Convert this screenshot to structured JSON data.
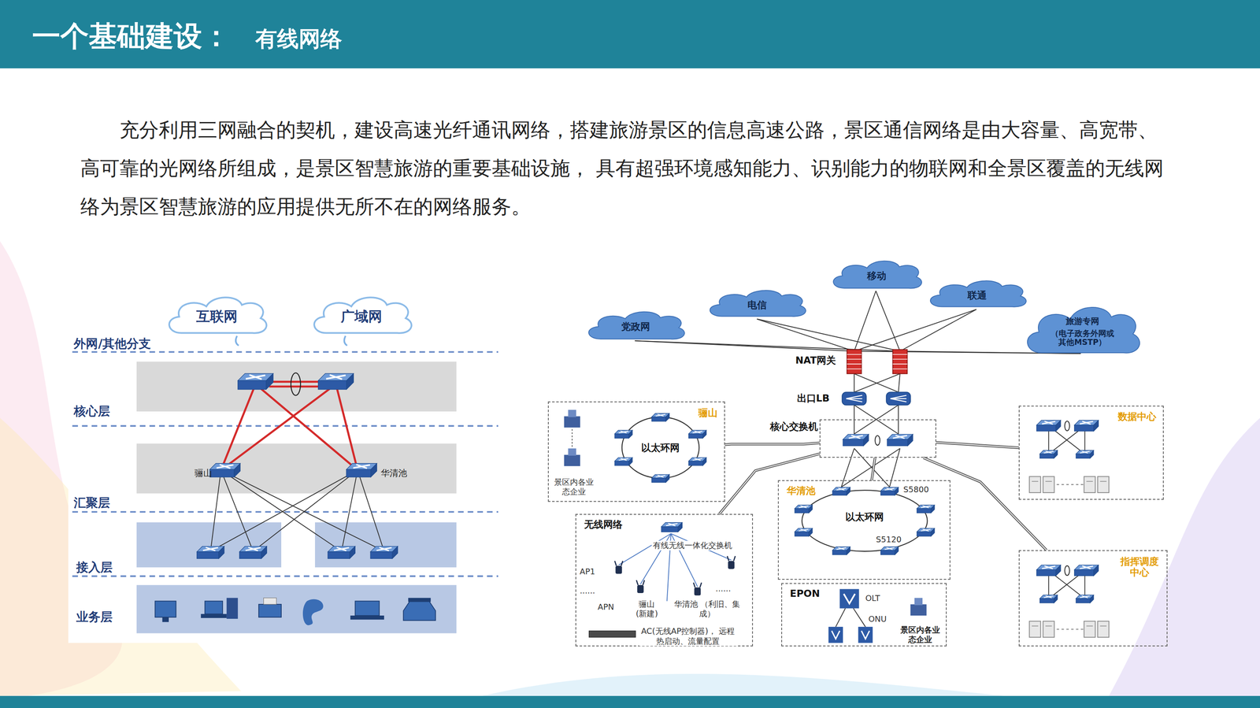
{
  "diagram": {
    "title": "一个基础建设：",
    "nodes": [
      {
        "text": [
          "互联网"
        ]
      },
      {
        "text": [
          "广域网"
        ]
      },
      {
        "text": [
          "党政网"
        ]
      },
      {
        "text": [
          "电信"
        ]
      },
      {
        "text": [
          "移动"
        ]
      },
      {
        "text": [
          "联通"
        ]
      },
      {
        "text": [
          "旅游专网",
          "（电子政务外网或其他MSTP）"
        ]
      },
      {
        "text": [
          "核心交换机"
        ]
      },
      {
        "text": [
          "骊山"
        ]
      },
      {
        "text": [
          "华清池"
        ]
      },
      {
        "text": [
          "无线网络"
        ]
      },
      {
        "text": [
          "EPON"
        ]
      },
      {
        "text": [
          "数据中心"
        ]
      },
      {
        "text": [
          "指挥调度中心"
        ]
      }
    ],
    "edges": [
      {
        "from": 7,
        "to": 8,
        "arrow": "none"
      },
      {
        "from": 7,
        "to": 9,
        "arrow": "none"
      },
      {
        "from": 7,
        "to": 10,
        "arrow": "none"
      },
      {
        "from": 7,
        "to": 12,
        "arrow": "none"
      },
      {
        "from": 7,
        "to": 13,
        "arrow": "none"
      }
    ],
    "labels": [
      "有线网络",
      "充分利用三网融合的契机，建设高速光纤通讯网络，搭建旅游景区的信息高速公路，景区通信网络是由大容量、高宽带、高可靠的光网络所组成，是景区智慧旅游的重要基础设施， 具有超强环境感知能力、识别能力的物联网和全景区覆盖的无线网络为景区智慧旅游的应用提供无所不在的网络服务。",
      "外网/其他分支",
      "核心层",
      "汇聚层",
      "接入层",
      "业务层",
      "骊山",
      "华清池",
      "NAT网关",
      "出口LB",
      "以太环网",
      "景区内各业态企业",
      "以太环网",
      "S5800",
      "S5120",
      "有线无线一体化交换机",
      "AP1",
      "......",
      "APN",
      "骊山 (新建)",
      "......",
      "华清池 （利旧、集成）",
      "AC(无线AP控制器)， 远程热启动、流量配置",
      "OLT",
      "ONU",
      "景区内各业态企业"
    ]
  }
}
